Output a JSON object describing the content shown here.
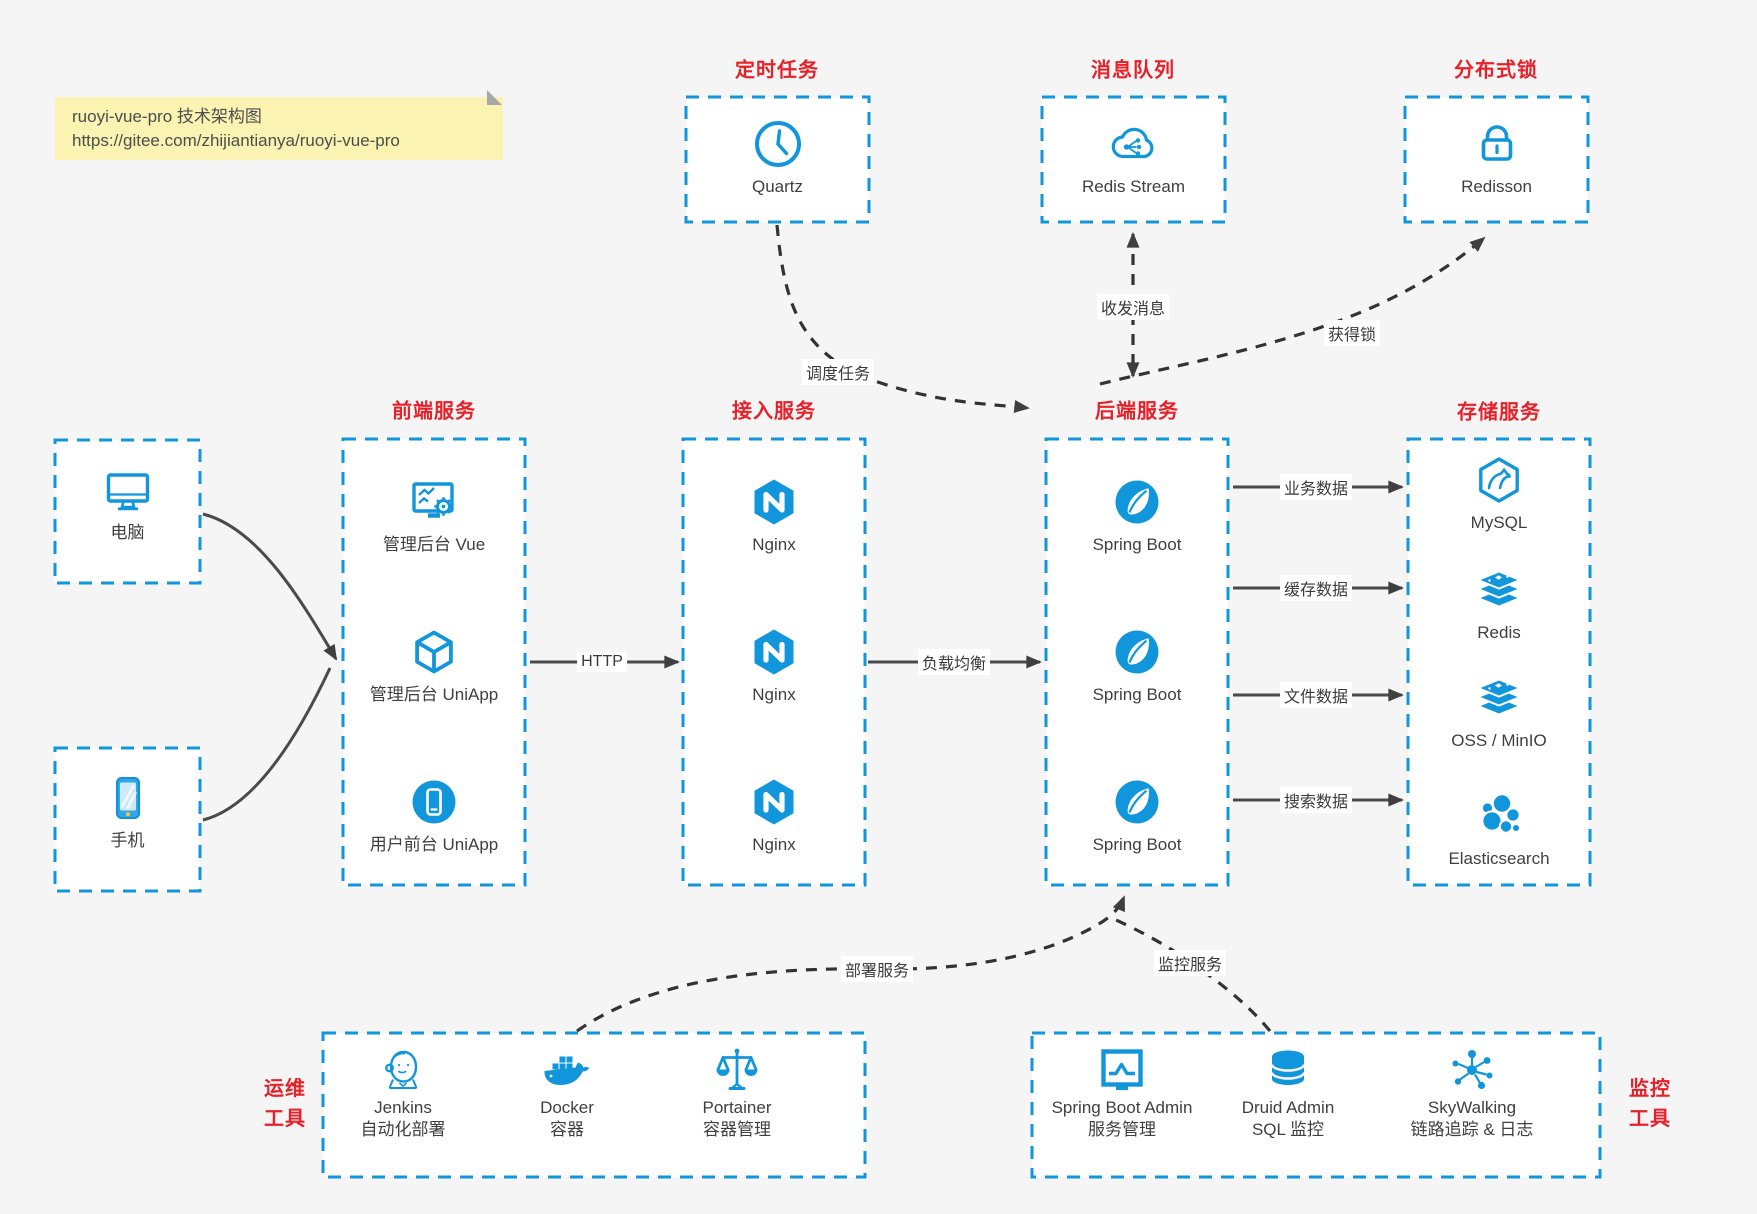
{
  "note": {
    "line1": "ruoyi-vue-pro 技术架构图",
    "line2": "https://gitee.com/zhijiantianya/ruoyi-vue-pro"
  },
  "top_services": [
    {
      "title": "定时任务",
      "icon": "clock-icon",
      "label": "Quartz"
    },
    {
      "title": "消息队列",
      "icon": "cloud-stream-icon",
      "label": "Redis Stream"
    },
    {
      "title": "分布式锁",
      "icon": "lock-icon",
      "label": "Redisson"
    }
  ],
  "clients": [
    {
      "icon": "desktop-icon",
      "label": "电脑"
    },
    {
      "icon": "phone-icon",
      "label": "手机"
    }
  ],
  "service_columns": [
    {
      "title": "前端服务",
      "items": [
        {
          "icon": "admin-vue-icon",
          "label": "管理后台 Vue"
        },
        {
          "icon": "uniapp-cube-icon",
          "label": "管理后台 UniApp"
        },
        {
          "icon": "user-uniapp-icon",
          "label": "用户前台 UniApp"
        }
      ]
    },
    {
      "title": "接入服务",
      "items": [
        {
          "icon": "nginx-icon",
          "label": "Nginx"
        },
        {
          "icon": "nginx-icon",
          "label": "Nginx"
        },
        {
          "icon": "nginx-icon",
          "label": "Nginx"
        }
      ]
    },
    {
      "title": "后端服务",
      "items": [
        {
          "icon": "spring-boot-icon",
          "label": "Spring Boot"
        },
        {
          "icon": "spring-boot-icon",
          "label": "Spring Boot"
        },
        {
          "icon": "spring-boot-icon",
          "label": "Spring Boot"
        }
      ]
    },
    {
      "title": "存储服务",
      "items": [
        {
          "icon": "mysql-icon",
          "label": "MySQL"
        },
        {
          "icon": "redis-stack-icon",
          "label": "Redis"
        },
        {
          "icon": "redis-stack-icon",
          "label": "OSS / MinIO"
        },
        {
          "icon": "elasticsearch-icon",
          "label": "Elasticsearch"
        }
      ]
    }
  ],
  "tool_groups": [
    {
      "title_line1": "运维",
      "title_line2": "工具",
      "items": [
        {
          "icon": "jenkins-icon",
          "label": "Jenkins",
          "sublabel": "自动化部署"
        },
        {
          "icon": "docker-icon",
          "label": "Docker",
          "sublabel": "容器"
        },
        {
          "icon": "portainer-icon",
          "label": "Portainer",
          "sublabel": "容器管理"
        }
      ]
    },
    {
      "title_line1": "监控",
      "title_line2": "工具",
      "items": [
        {
          "icon": "spring-boot-admin-icon",
          "label": "Spring Boot Admin",
          "sublabel": "服务管理"
        },
        {
          "icon": "druid-icon",
          "label": "Druid Admin",
          "sublabel": "SQL 监控"
        },
        {
          "icon": "skywalking-icon",
          "label": "SkyWalking",
          "sublabel": "链路追踪 & 日志"
        }
      ]
    }
  ],
  "edge_labels": {
    "http": "HTTP",
    "load_balance": "负载均衡",
    "business_data": "业务数据",
    "cache_data": "缓存数据",
    "file_data": "文件数据",
    "search_data": "搜索数据",
    "schedule": "调度任务",
    "message": "收发消息",
    "lock": "获得锁",
    "deploy": "部署服务",
    "monitor": "监控服务"
  },
  "colors": {
    "accent_blue": "#1296db",
    "title_red": "#e62129",
    "note_bg": "#faf3b1",
    "arrow_dark": "#3f3f3f",
    "background": "#f5f5f6"
  }
}
